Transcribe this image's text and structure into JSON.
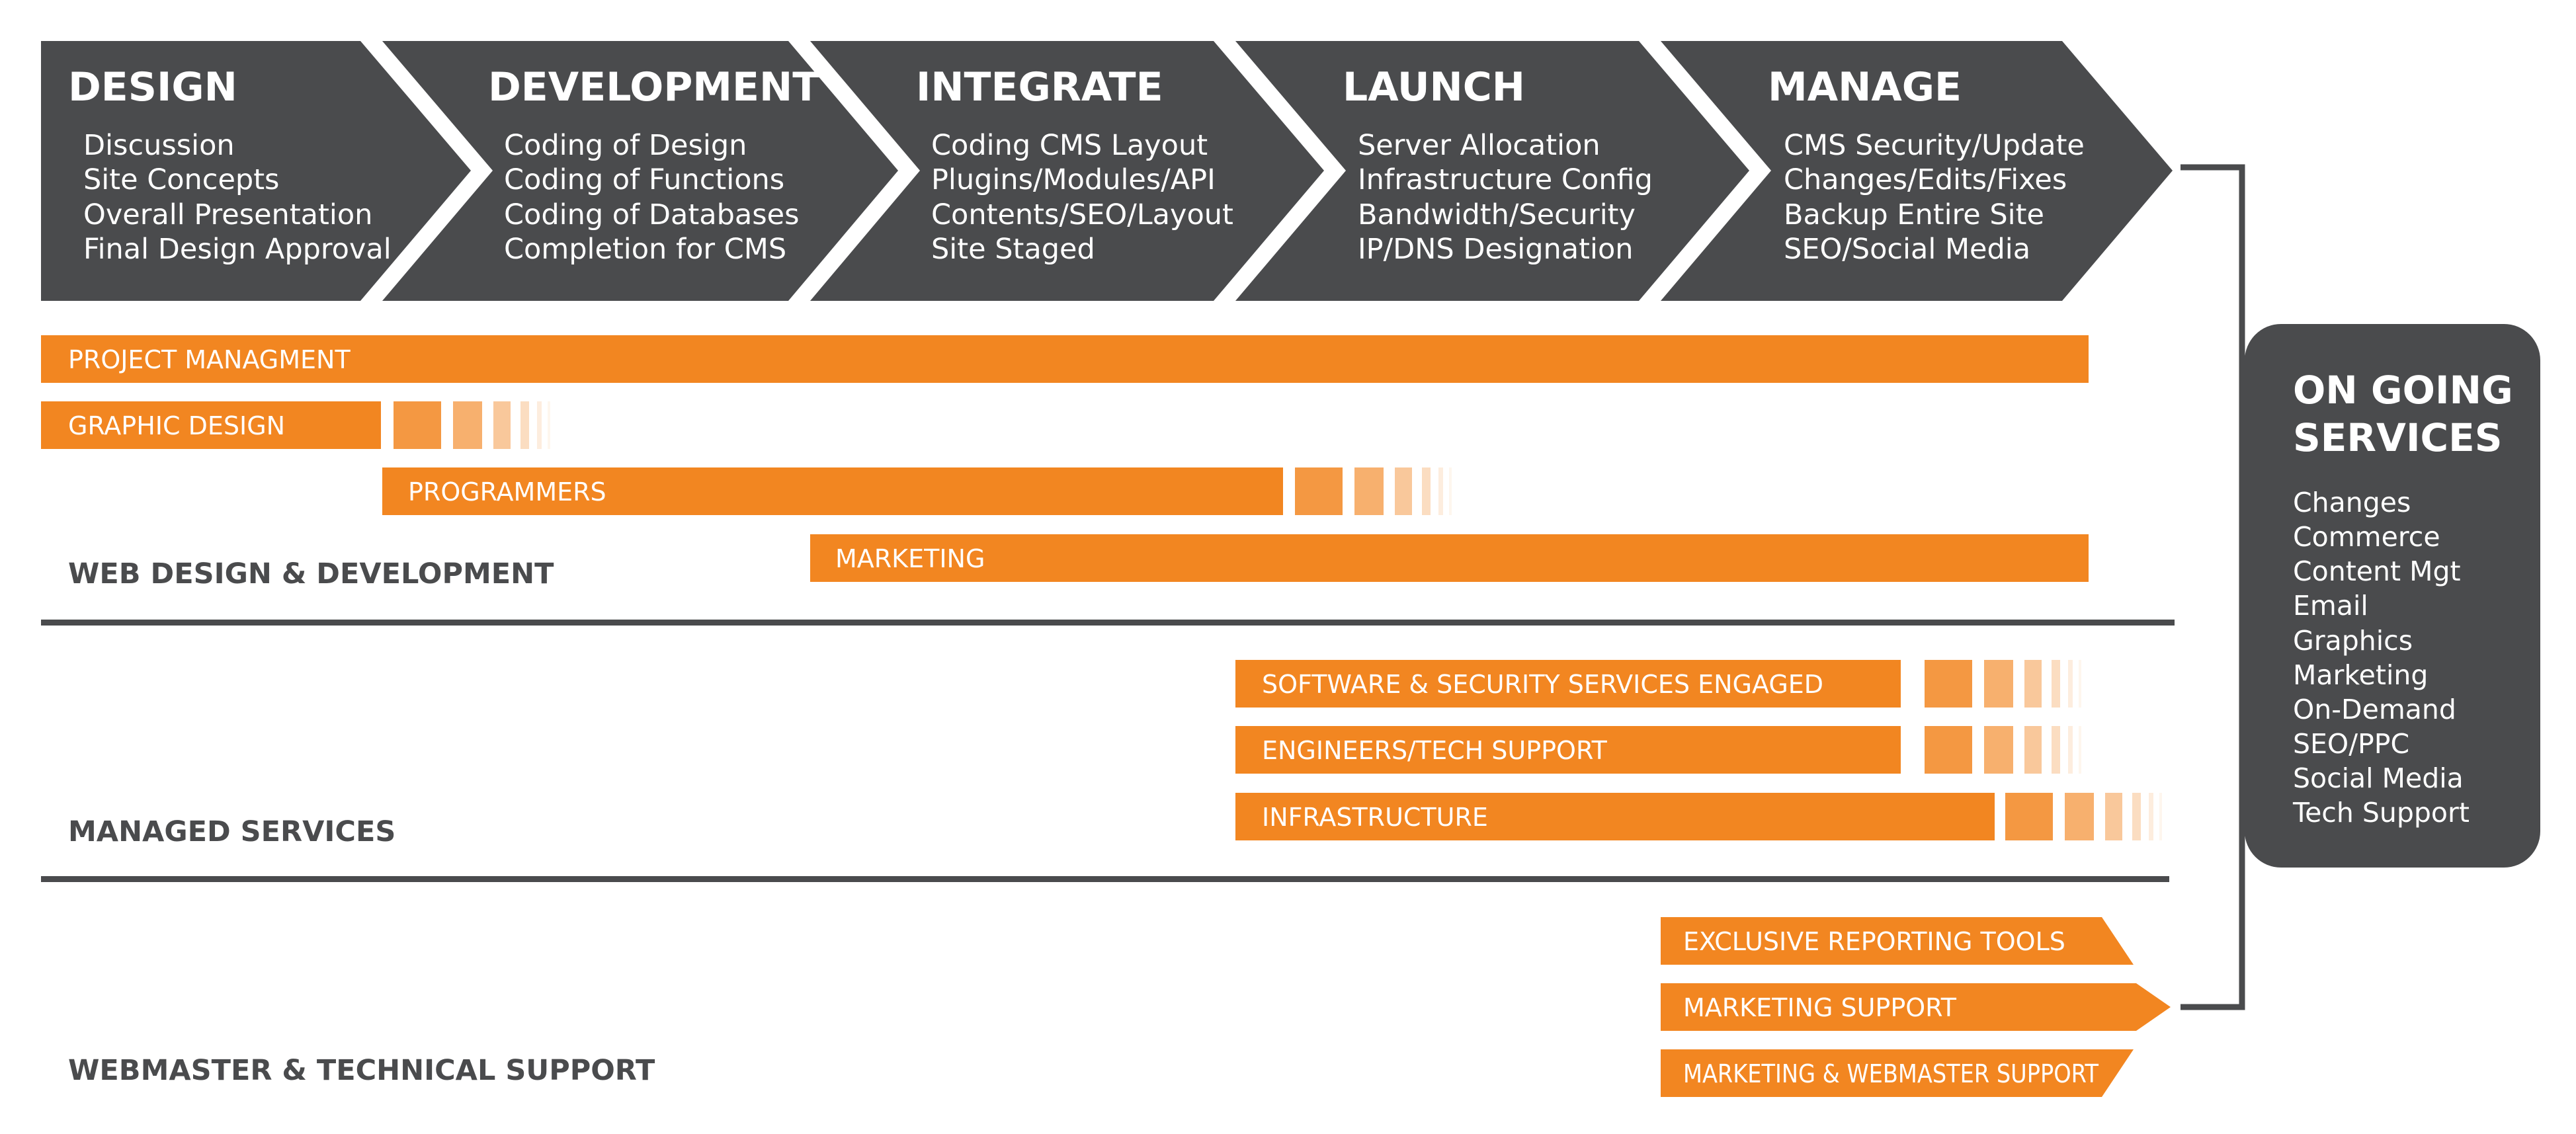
{
  "colors": {
    "dark": "#4a4b4d",
    "orange": "#f28621",
    "white": "#ffffff"
  },
  "phases": [
    {
      "title": "DESIGN",
      "items": [
        "Discussion",
        "Site Concepts",
        "Overall Presentation",
        "Final Design Approval"
      ]
    },
    {
      "title": "DEVELOPMENT",
      "items": [
        "Coding of Design",
        "Coding of Functions",
        "Coding of Databases",
        "Completion for CMS"
      ]
    },
    {
      "title": "INTEGRATE",
      "items": [
        "Coding CMS Layout",
        "Plugins/Modules/API",
        "Contents/SEO/Layout",
        "Site Staged"
      ]
    },
    {
      "title": "LAUNCH",
      "items": [
        "Server Allocation",
        "Infrastructure Config",
        "Bandwidth/Security",
        "IP/DNS Designation"
      ]
    },
    {
      "title": "MANAGE",
      "items": [
        "CMS Security/Update",
        "Changes/Edits/Fixes",
        "Backup Entire Site",
        "SEO/Social Media"
      ]
    }
  ],
  "sections": [
    {
      "label": "WEB DESIGN & DEVELOPMENT",
      "bars": [
        {
          "label": "PROJECT MANAGMENT",
          "start": 0,
          "end": 4.84,
          "fade": false
        },
        {
          "label": "GRAPHIC DESIGN",
          "start": 0,
          "end": 0.8,
          "fade": true
        },
        {
          "label": "PROGRAMMERS",
          "start": 0.8,
          "end": 2.92,
          "fade": true
        },
        {
          "label": "MARKETING",
          "start": 1.81,
          "end": 4.84,
          "fade": false
        }
      ]
    },
    {
      "label": "MANAGED SERVICES",
      "bars": [
        {
          "label": "SOFTWARE & SECURITY SERVICES ENGAGED",
          "start": 2.82,
          "end": 4.37,
          "fade": true
        },
        {
          "label": "ENGINEERS/TECH SUPPORT",
          "start": 2.82,
          "end": 4.37,
          "fade": true
        },
        {
          "label": "INFRASTRUCTURE",
          "start": 2.82,
          "end": 4.6,
          "fade": true
        }
      ]
    },
    {
      "label": "WEBMASTER & TECHNICAL SUPPORT",
      "bars": [
        {
          "label": "EXCLUSIVE REPORTING TOOLS",
          "start": 3.82,
          "end": 5.0,
          "fade": false,
          "arrow": true
        },
        {
          "label": "MARKETING SUPPORT",
          "start": 3.82,
          "end": 5.0,
          "fade": false,
          "arrow": true
        },
        {
          "label": "MARKETING & WEBMASTER SUPPORT",
          "start": 3.82,
          "end": 5.0,
          "fade": false,
          "arrow": true
        }
      ]
    }
  ],
  "ongoing": {
    "title_lines": [
      "ON GOING",
      "SERVICES"
    ],
    "items": [
      "Changes",
      "Commerce",
      "Content Mgt",
      "Email",
      "Graphics",
      "Marketing",
      "On-Demand",
      "SEO/PPC",
      "Social Media",
      "Tech Support"
    ]
  }
}
